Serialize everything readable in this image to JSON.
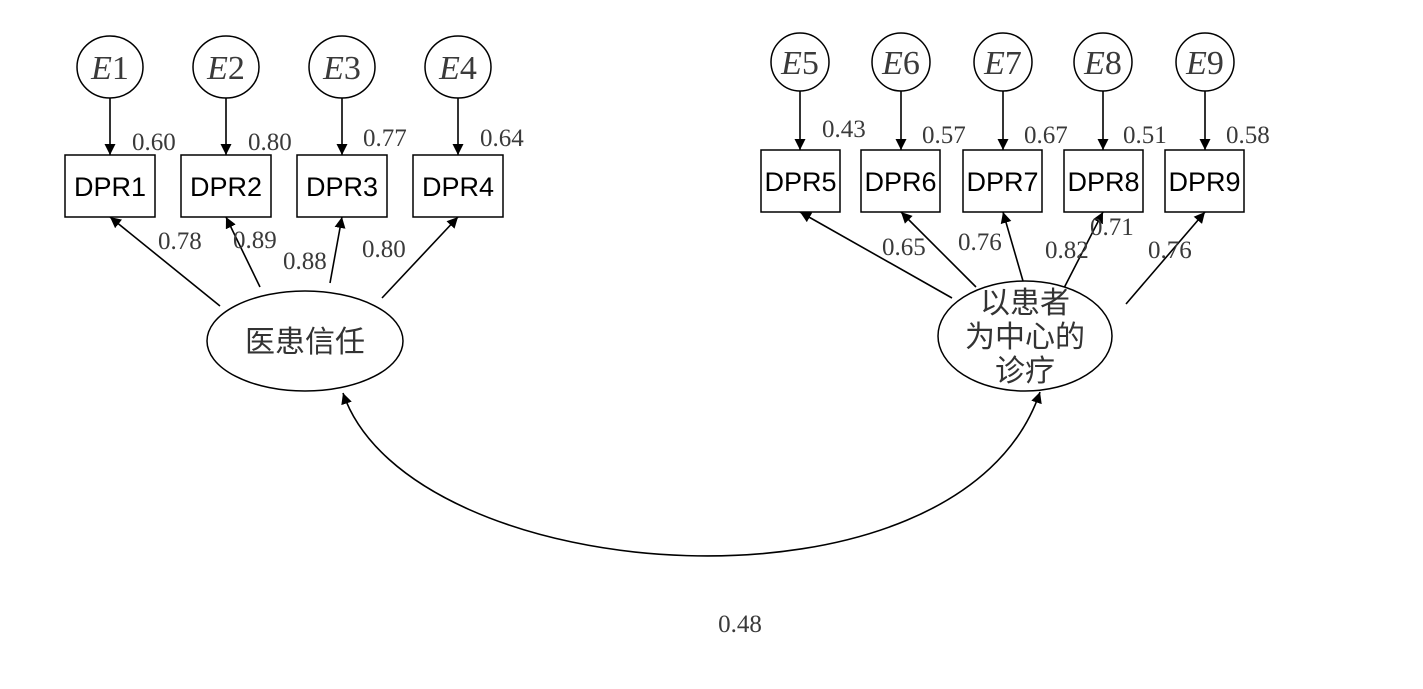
{
  "latents": [
    {
      "label_lines": [
        "医患信任"
      ]
    },
    {
      "label_lines": [
        "以患者",
        "为中心的",
        "诊疗"
      ]
    }
  ],
  "errors": [
    "E1",
    "E2",
    "E3",
    "E4",
    "E5",
    "E6",
    "E7",
    "E8",
    "E9"
  ],
  "indicators": [
    "DPR1",
    "DPR2",
    "DPR3",
    "DPR4",
    "DPR5",
    "DPR6",
    "DPR7",
    "DPR8",
    "DPR9"
  ],
  "error_loadings": [
    "0.60",
    "0.80",
    "0.77",
    "0.64",
    "0.43",
    "0.57",
    "0.67",
    "0.51",
    "0.58"
  ],
  "factor_loadings": [
    "0.78",
    "0.89",
    "0.88",
    "0.80",
    "0.65",
    "0.76",
    "0.82",
    "0.71",
    "0.76"
  ],
  "covariance": "0.48"
}
